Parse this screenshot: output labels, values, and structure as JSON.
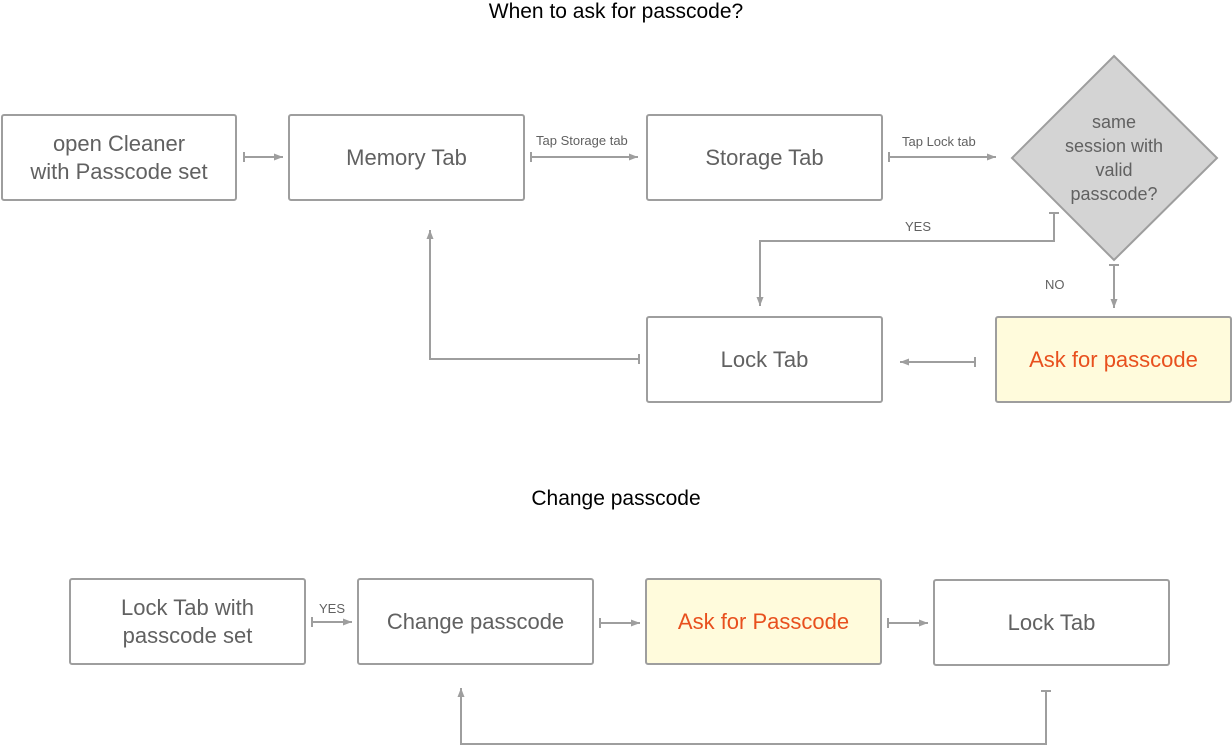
{
  "titles": {
    "top": "When to ask for passcode?",
    "bottom": "Change passcode"
  },
  "nodes": {
    "open_cleaner": "open Cleaner\nwith Passcode set",
    "memory_tab": "Memory Tab",
    "storage_tab": "Storage Tab",
    "decision": "same\nsession with\nvalid\npasscode?",
    "lock_tab_top": "Lock Tab",
    "ask_passcode_top": "Ask for passcode",
    "lock_tab_with_passcode": "Lock Tab with\npasscode set",
    "change_passcode": "Change passcode",
    "ask_passcode_bottom": "Ask for Passcode",
    "lock_tab_bottom": "Lock Tab"
  },
  "edge_labels": {
    "tap_storage": "Tap Storage tab",
    "tap_lock": "Tap Lock tab",
    "yes_top": "YES",
    "no_top": "NO",
    "yes_bottom": "YES"
  },
  "colors": {
    "border": "#9e9e9e",
    "text": "#616161",
    "highlight_fill": "#fffbdc",
    "highlight_text": "#e8501e",
    "decision_fill": "#d4d4d4",
    "arrow": "#9e9e9e"
  }
}
